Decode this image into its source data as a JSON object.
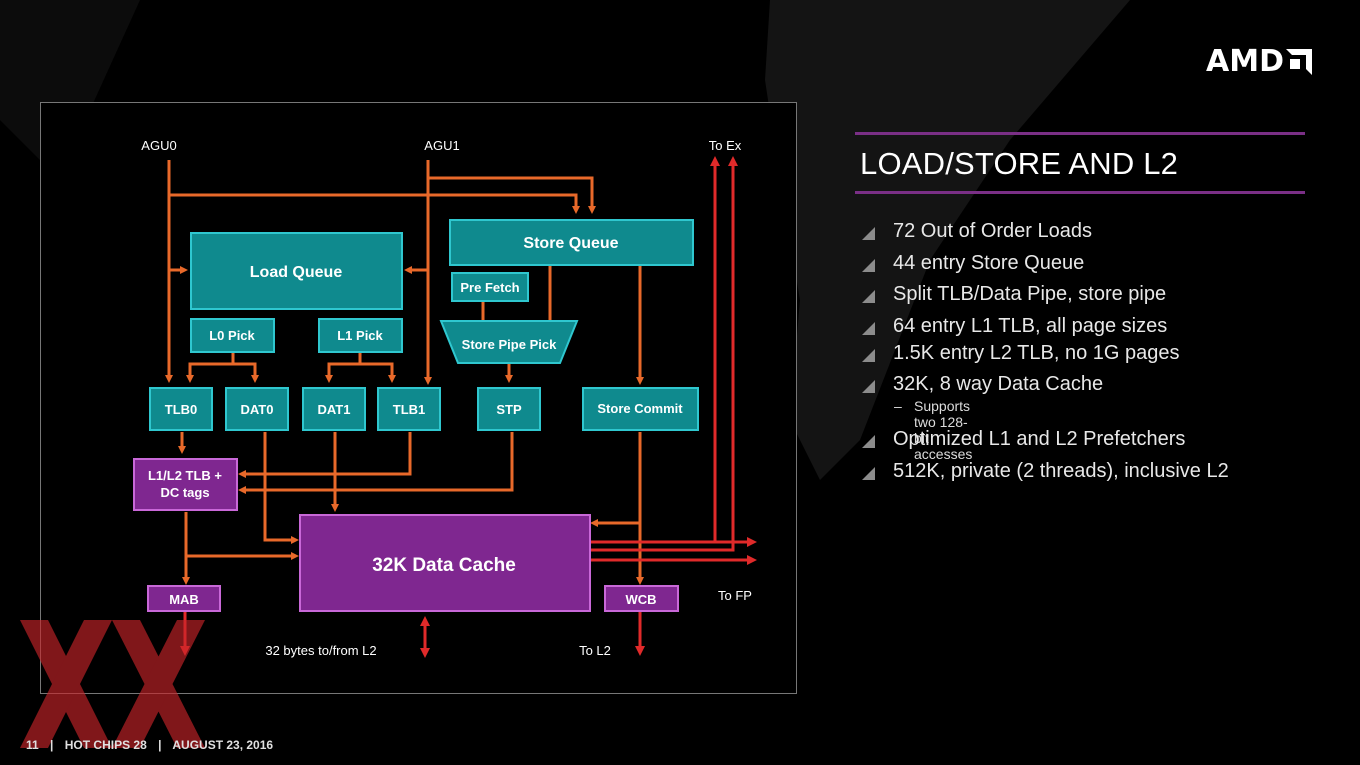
{
  "logo": {
    "text": "AMD"
  },
  "slide": {
    "title": "LOAD/STORE AND L2",
    "bullets": [
      "72 Out of Order Loads",
      "44 entry Store Queue",
      "Split TLB/Data Pipe, store pipe",
      "64 entry L1 TLB, all page sizes",
      "1.5K entry L2 TLB, no 1G pages",
      "32K, 8 way Data Cache",
      "Optimized L1 and L2 Prefetchers",
      "512K, private (2 threads), inclusive L2"
    ],
    "sub_bullet": "Supports two 128-bit accesses",
    "sub_dash": "–"
  },
  "diagram": {
    "labels": {
      "agu0": "AGU0",
      "agu1": "AGU1",
      "to_ex": "To Ex",
      "to_fp": "To FP",
      "to_l2": "To L2",
      "bytes_l2": "32 bytes to/from L2"
    },
    "blocks": {
      "load_queue": "Load Queue",
      "store_queue": "Store Queue",
      "pre_fetch": "Pre Fetch",
      "store_pipe_pick": "Store Pipe Pick",
      "l0_pick": "L0 Pick",
      "l1_pick": "L1 Pick",
      "tlb0": "TLB0",
      "dat0": "DAT0",
      "dat1": "DAT1",
      "tlb1": "TLB1",
      "stp": "STP",
      "store_commit": "Store Commit",
      "l1l2_tlb_1": "L1/L2 TLB +",
      "l1l2_tlb_2": "DC tags",
      "data_cache": "32K Data Cache",
      "mab": "MAB",
      "wcb": "WCB"
    },
    "colors": {
      "teal": "#0f8a8e",
      "teal_border": "#2fc7cf",
      "purple": "#7f2790",
      "purple_border": "#c968d8",
      "orange_arrow": "#e8692a",
      "red_arrow": "#e02a2a"
    }
  },
  "footer": {
    "page": "11",
    "sep": "|",
    "event": "HOT CHIPS 28",
    "date": "AUGUST 23, 2016"
  }
}
